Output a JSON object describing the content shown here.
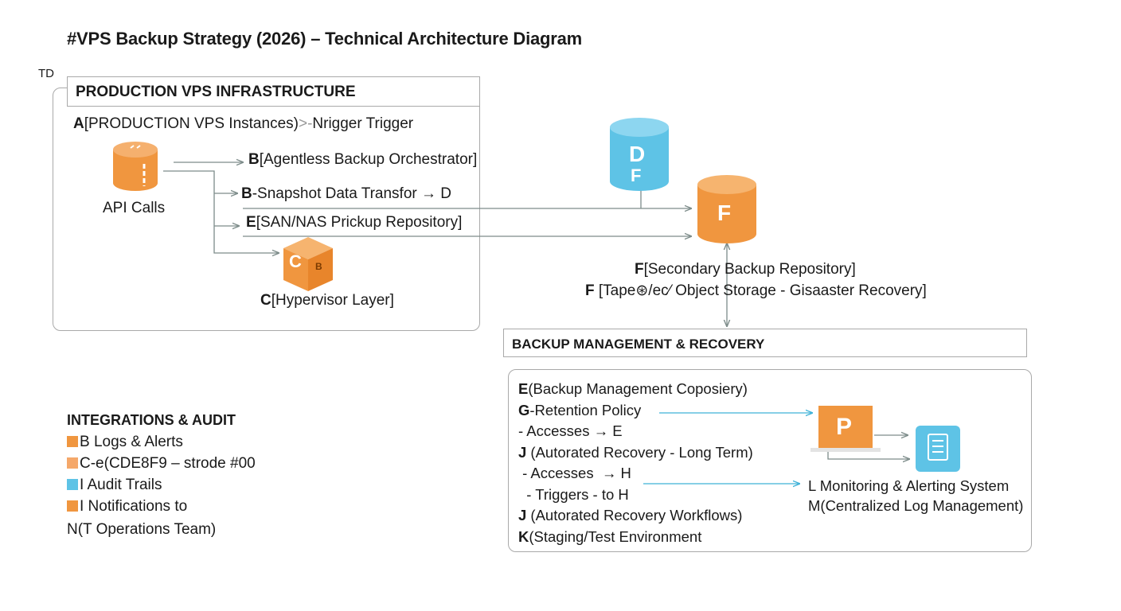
{
  "title": "#VPS Backup Strategy (2026) – Technical Architecture Diagram",
  "direction": "TD",
  "colors": {
    "orange": "#f0963f",
    "blue": "#5ec3e6",
    "line_gray": "#7d8c8a",
    "line_blue": "#3fb2d8"
  },
  "production": {
    "header": "PRODUCTION VPS INFRASTRUCTURE",
    "node_a": {
      "letter": "A",
      "text": "[PRODUCTION VPS Instances)",
      "overlap": ">-",
      "trigger": "Nrigger Trigger"
    },
    "api_calls": "API Calls",
    "node_b1": {
      "letter": "B",
      "text": "[Agentless Backup Orchestrator]"
    },
    "node_b2": {
      "letter": "B",
      "text": "-Snapshot Data Transfor → D"
    },
    "node_e": {
      "letter": "E",
      "text": "[SAN/NAS Prickup Repository]"
    },
    "node_c": {
      "letter": "C",
      "text": "[Hypervisor Layer]",
      "icon_letter": "C",
      "icon_badge": "B"
    }
  },
  "storage": {
    "cylinder_d": {
      "letter_1": "D",
      "letter_2": "F"
    },
    "cylinder_f": {
      "letter": "F"
    },
    "f_line_1": {
      "letter": "F",
      "text": "[Secondary Backup Repository]"
    },
    "f_line_2": {
      "letter": "F",
      "text": "[Tape⊛/ec⁄ Object Storage - Gisaaster Recovery]"
    }
  },
  "management": {
    "header": "BACKUP MANAGEMENT & RECOVERY",
    "items": [
      {
        "letter": "E",
        "text": "(Backup Management Coposiery)"
      },
      {
        "letter": "G",
        "text": "-Retention Policy"
      },
      {
        "letter": "",
        "text": "- Accesses → E"
      },
      {
        "letter": "J",
        "text": " (Autorated Recovery - Long Term)"
      },
      {
        "letter": "",
        "text": " - Accesses  → H"
      },
      {
        "letter": "",
        "text": "  - Triggers - to H"
      },
      {
        "letter": "J",
        "text": " (Autorated Recovery Workflows)"
      },
      {
        "letter": "K",
        "text": "(Staging/Test Environment"
      }
    ],
    "laptop_letter": "P",
    "monitor_l": "L Monitoring & Alerting System",
    "monitor_m": "M(Centralized Log Management)"
  },
  "integrations": {
    "title": "INTEGRATIONS & AUDIT",
    "items": [
      {
        "text": "B Logs & Alerts",
        "color": "#f0963f"
      },
      {
        "text": "C-e(CDE8F9 – strode #00",
        "color": "#f5a86a"
      },
      {
        "text": "I Audit Trails",
        "color": "#5ec3e6"
      },
      {
        "text": "I Notifications to",
        "color": "#f0963f"
      }
    ],
    "last_line": "N(T Operations Team)"
  }
}
